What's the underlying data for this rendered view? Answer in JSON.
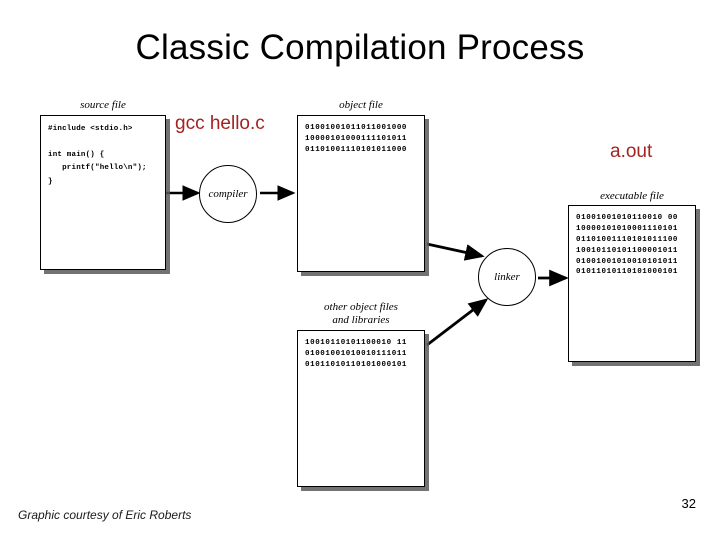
{
  "slide": {
    "title": "Classic Compilation Process",
    "page_number": "32",
    "credit": "Graphic courtesy of Eric Roberts",
    "accent_color": "#a32222",
    "line_color": "#000000"
  },
  "source_file": {
    "caption": "source file",
    "code": "#include <stdio.h>\n\nint main() {\n   printf(\"hello\\n\");\n}"
  },
  "command": {
    "label": "gcc hello.c"
  },
  "object_file": {
    "caption": "object file",
    "bits": "01001001011011001000\n10000101000111101011\n01101001110101011000"
  },
  "other_objects": {
    "caption_line1": "other object files",
    "caption_line2": "and libraries",
    "bits": "10010110101100010 11\n01001001010010111011\n01011010110101000101"
  },
  "executable_file": {
    "caption": "executable file",
    "bits": "01001001010110010 00\n10000101010001110101\n01101001110101011100\n10010110101100001011\n01001001010010101011\n01011010110101000101"
  },
  "output": {
    "label": "a.out"
  },
  "processes": {
    "compiler": "compiler",
    "linker": "linker"
  },
  "icons": {
    "arrow": "arrow-right-icon"
  }
}
